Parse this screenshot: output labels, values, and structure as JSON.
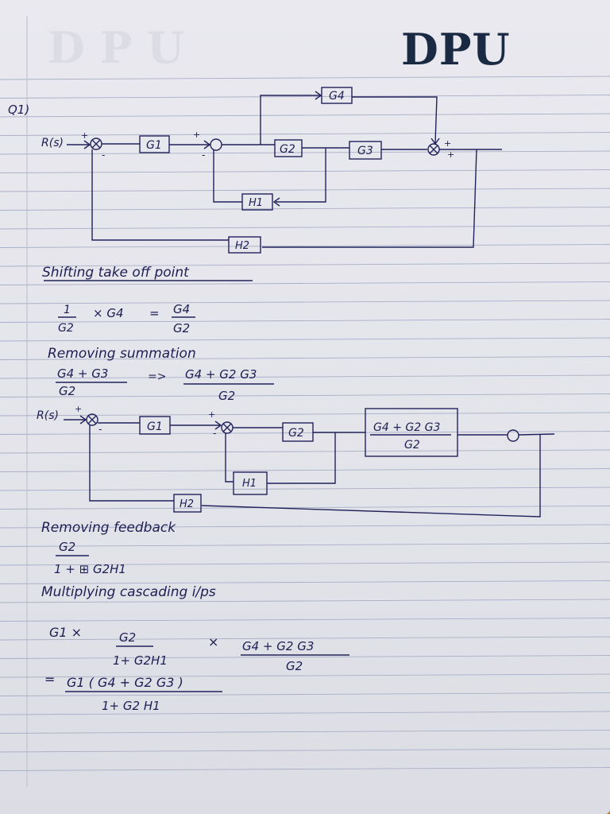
{
  "header": {
    "logo": "DPU",
    "question_label": "Q1)"
  },
  "diagram1": {
    "input": "R(s)",
    "blocks": {
      "g1": "G1",
      "g2": "G2",
      "g3": "G3",
      "g4": "G4",
      "h1": "H1",
      "h2": "H2"
    },
    "signs": {
      "plus": "+",
      "minus": "-"
    }
  },
  "step1": {
    "title": "Shifting take off point",
    "lhs_num": "1",
    "lhs_den": "G2",
    "times_g4": "× G4",
    "eq": "=",
    "rhs_num": "G4",
    "rhs_den": "G2"
  },
  "step2": {
    "title": "Removing summation",
    "lhs_num": "G4 + G3",
    "lhs_den": "G2",
    "arrow": "=>",
    "rhs_num": "G4 + G2 G3",
    "rhs_den": "G2"
  },
  "diagram2": {
    "input": "R(s)",
    "blocks": {
      "g1": "G1",
      "g2": "G2",
      "h1": "H1",
      "h2": "H2",
      "combined_num": "G4 + G2 G3",
      "combined_den": "G2"
    }
  },
  "step3": {
    "title": "Removing feedback",
    "num": "G2",
    "den": "1 + ⊞ G2H1"
  },
  "step4": {
    "title": "Multiplying cascading i/ps",
    "term1": "G1 ×",
    "term2_num": "G2",
    "term2_den": "1+ G2H1",
    "times": "×",
    "term3_num": "G4 + G2 G3",
    "term3_den": "G2",
    "result_eq": "=",
    "result_num": "G1 ( G4 + G2 G3 )",
    "result_den": "1+ G2 H1"
  }
}
